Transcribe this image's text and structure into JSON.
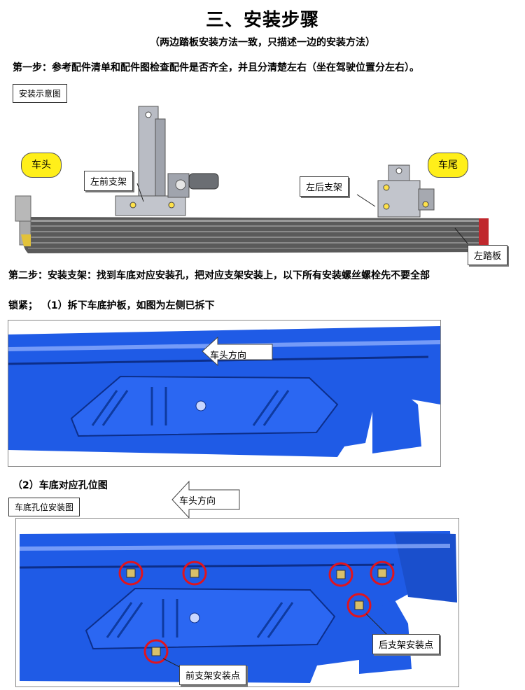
{
  "title": "三、安装步骤",
  "subtitle": "（两边踏板安装方法一致，只描述一边的安装方法）",
  "step1": "第一步：参考配件清单和配件图检查配件是否齐全，并且分清楚左右（坐在驾驶位置分左右）。",
  "diagram1": {
    "box_label": "安装示意图",
    "front_label": "车头",
    "rear_label": "车尾",
    "left_front_bracket": "左前支架",
    "left_rear_bracket": "左后支架",
    "left_step": "左踏板"
  },
  "step2_line1": "第二步：安装支架：找到车底对应安装孔，把对应支架安装上，以下所有安装螺丝螺栓先不要全部",
  "step2_line2": "锁紧；  （1）拆下车底护板，如图为左侧已拆下",
  "photo1": {
    "direction_label": "车头方向"
  },
  "sub2_title": "（2）车底对应孔位图",
  "photo2": {
    "box_label": "车底孔位安装图",
    "direction_label": "车头方向",
    "rear_point_label": "后支架安装点",
    "front_point_label": "前支架安装点"
  },
  "colors": {
    "underbody_blue": "#1f5be6",
    "highlight_yellow": "#ffef1a",
    "circle_red": "#e0141e"
  }
}
